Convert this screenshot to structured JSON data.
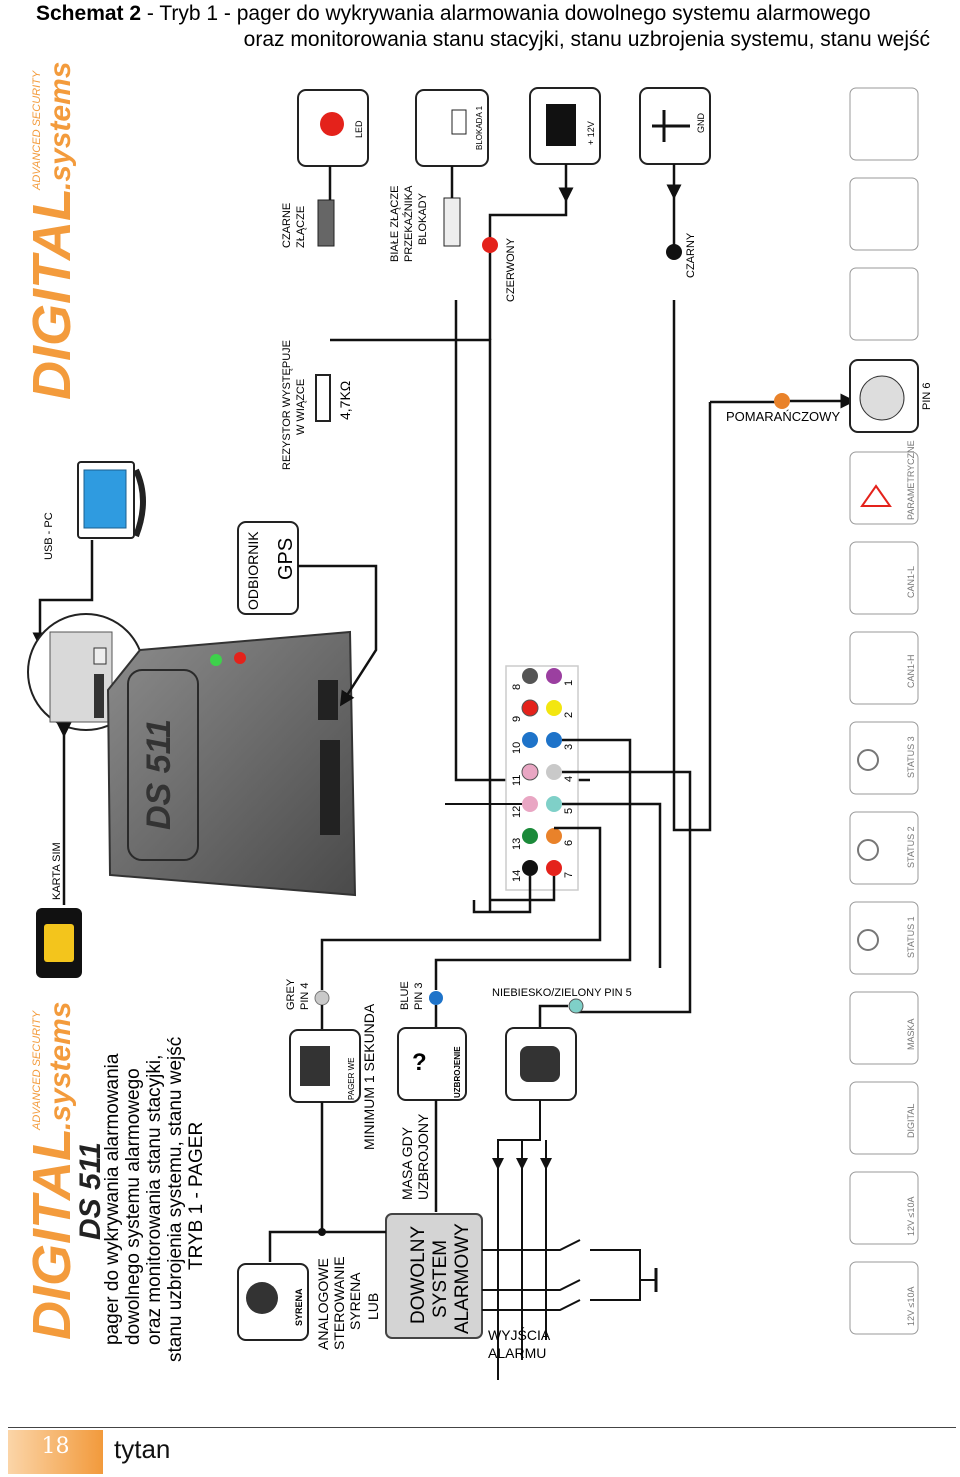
{
  "header": {
    "title_bold": "Schemat 2",
    "title_rest": " - Tryb 1 - pager do wykrywania alarmowania dowolnego systemu alarmowego",
    "title_line2": "oraz monitorowania stanu stacyjki, stanu uzbrojenia systemu, stanu wejść"
  },
  "left_panel": {
    "brand": "DIGITAL",
    "brand_suffix": ".systems",
    "tagline": "ADVANCED SECURITY",
    "model": "DS 511",
    "description": [
      "pager do wykrywania alarmowania",
      "dowolnego systemu alarmowego",
      "oraz monitorowania stanu stacyjki,",
      "stanu uzbrojenia systemu, stanu wejść",
      "TRYB 1 - PAGER"
    ]
  },
  "labels": {
    "karta_sim": "KARTA SIM",
    "usb_pc": "USB - PC",
    "odbiornik": "ODBIORNIK",
    "gps": "GPS",
    "rezystor1": "REZYSTOR WYSTĘPUJE",
    "rezystor2": "W WIĄZCE",
    "resistor_value": "4,7KΩ",
    "czarne1": "CZARNE",
    "czarne2": "ZŁĄCZE",
    "led": "LED",
    "biale1": "BIAŁE ZŁĄCZE",
    "biale2": "PRZEKAŹNIKA",
    "biale3": "BLOKADY",
    "blokada": "BLOKADA 1",
    "czerwony": "CZERWONY",
    "plus12v": "+ 12V",
    "gnd": "GND",
    "czarny": "CZARNY",
    "pomaranczowy": "POMARAŃCZOWY",
    "pin6": "PIN 6",
    "grey1": "GREY",
    "grey2": "PIN 4",
    "blue1": "BLUE",
    "blue2": "PIN 3",
    "niebiesko": "NIEBIESKO/ZIELONY PIN 5",
    "pager_we": "PAGER WE",
    "uzbrojenie": "UZBROJENIE",
    "minimum": "MINIMUM 1 SEKUNDA",
    "masa1": "MASA GDY",
    "masa2": "UZBROJONY",
    "syrena": "SYRENA",
    "analog1": "ANALOGOWE",
    "analog2": "STEROWANIE",
    "analog3": "SYRENA",
    "analog4": "LUB",
    "dowolny1": "DOWOLNY",
    "dowolny2": "SYSTEM",
    "dowolny3": "ALARMOWY",
    "wyjscia1": "WYJŚCIA",
    "wyjscia2": "ALARMU",
    "device_label": "DS 511"
  },
  "connector_pins_top": [
    "14",
    "13",
    "12",
    "11",
    "10",
    "9",
    "8"
  ],
  "connector_pins_bottom": [
    "7",
    "6",
    "5",
    "4",
    "3",
    "2",
    "1"
  ],
  "right_icons": [
    {
      "label": "PARAMETRYCZNE",
      "icon": "warning-triangle-icon"
    },
    {
      "label": "CAN1-L",
      "icon": "barcode-icon"
    },
    {
      "label": "CAN1-H",
      "icon": "barcode-icon"
    },
    {
      "label": "STATUS 3",
      "icon": "plus-car-icon"
    },
    {
      "label": "STATUS 2",
      "icon": "minus-car-icon"
    },
    {
      "label": "STATUS 1",
      "icon": "minus-car-icon"
    },
    {
      "label": "MASKA",
      "icon": "car-hood-icon"
    },
    {
      "label": "DIGITAL",
      "icon": "barcode-icon"
    },
    {
      "label": "12V ≤10A",
      "icon": "car-icon"
    },
    {
      "label": "12V ≤10A",
      "icon": "car-icon"
    }
  ],
  "colors": {
    "wire": "#111111",
    "red": "#e4221b",
    "orange": "#e9822a",
    "blue": "#1e73c9",
    "grey": "#c9c9c9",
    "green": "#1b8a3a",
    "yellow": "#f3e610",
    "purple": "#9b3fa0",
    "footer": "#f29a3c",
    "brand_orange": "#f39b3c"
  },
  "footer": {
    "page_number": "18",
    "brand": "tytan"
  }
}
